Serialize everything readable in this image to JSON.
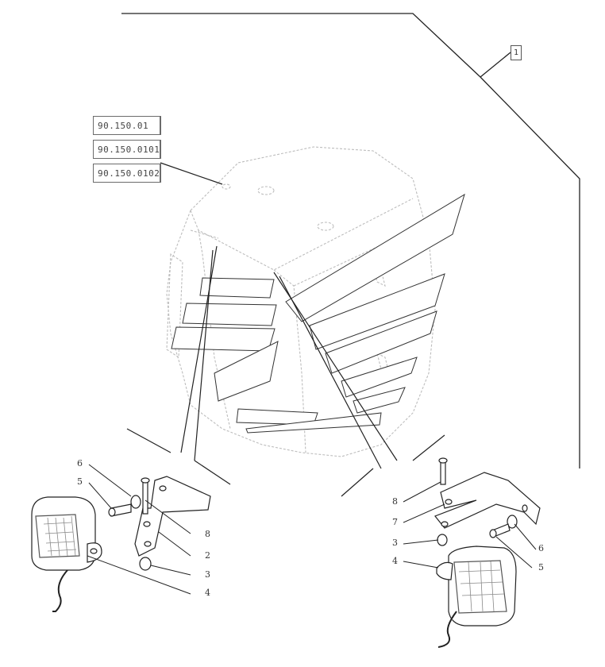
{
  "references": [
    "90.150.01",
    "90.150.0101",
    "90.150.0102"
  ],
  "tag_label": "1",
  "callouts_left": [
    "6",
    "5",
    "8",
    "2",
    "3",
    "4"
  ],
  "callouts_right": [
    "8",
    "7",
    "3",
    "4",
    "6",
    "5"
  ]
}
